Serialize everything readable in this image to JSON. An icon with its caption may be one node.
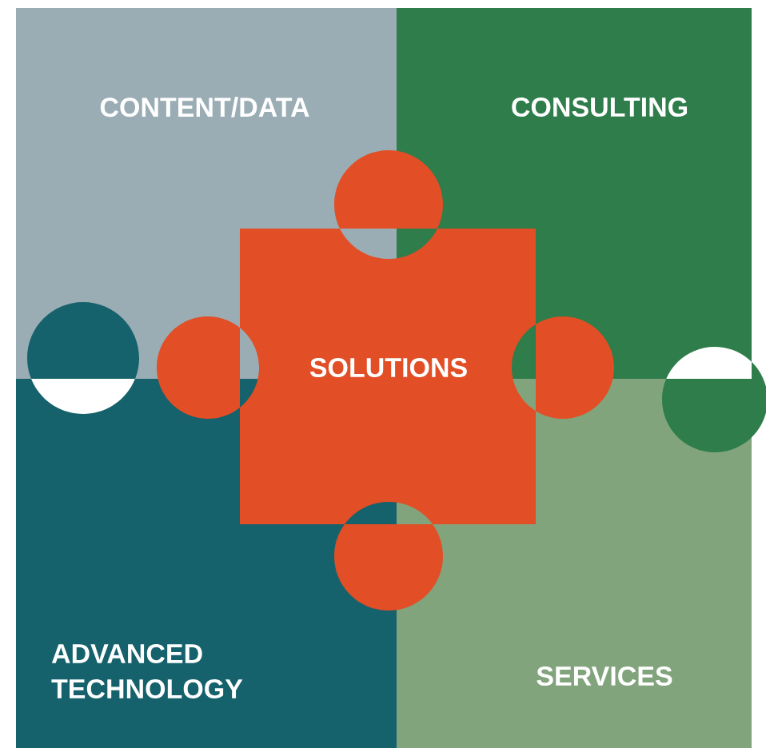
{
  "diagram": {
    "nodes": [
      {
        "text": [
          "CONTENT/DATA"
        ]
      },
      {
        "text": [
          "CONSULTING"
        ]
      },
      {
        "text": [
          "SOLUTIONS"
        ]
      },
      {
        "text": [
          "ADVANCED TECHNOLOGY"
        ]
      },
      {
        "text": [
          "SERVICES"
        ]
      }
    ]
  }
}
